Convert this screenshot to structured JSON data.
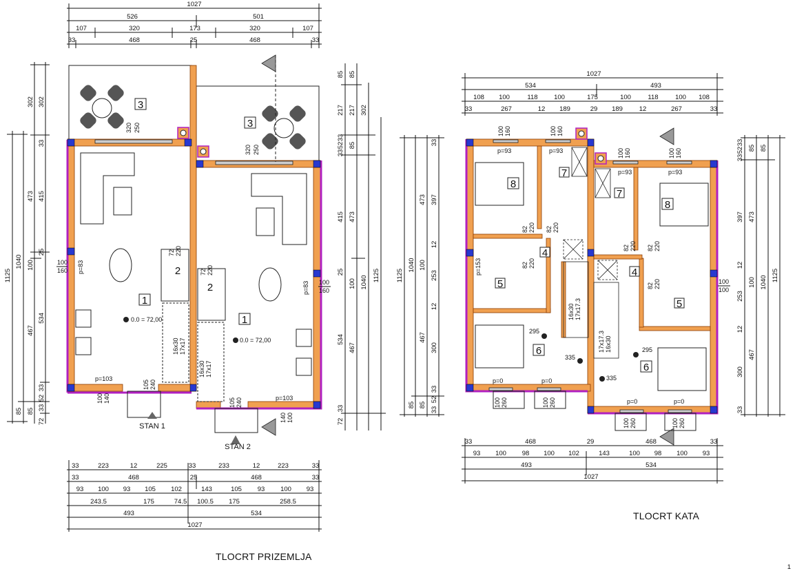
{
  "ground_floor": {
    "title": "TLOCRT PRIZEMLJA",
    "top_dims": {
      "row1": [
        "1027"
      ],
      "row2": [
        "526",
        "501"
      ],
      "row3": [
        "107",
        "320",
        "173",
        "320",
        "107"
      ],
      "row4": [
        "33",
        "468",
        "25",
        "468",
        "33"
      ]
    },
    "bottom_dims": {
      "row1": [
        "33",
        "223",
        "12",
        "225",
        "33",
        "233",
        "12",
        "223",
        "33"
      ],
      "row2": [
        "33",
        "468",
        "25",
        "468",
        "33"
      ],
      "row3": [
        "93",
        "100",
        "93",
        "105",
        "102",
        "143",
        "105",
        "93",
        "100",
        "93"
      ],
      "row4": [
        "243.5",
        "175",
        "74.5",
        "100.5",
        "175",
        "258.5"
      ],
      "row5": [
        "493",
        "534"
      ],
      "row6": [
        "1027"
      ]
    },
    "left_dims": {
      "col1": [
        "1125"
      ],
      "col2": [
        "1040",
        "85"
      ],
      "col3": [
        "302",
        "473",
        "100",
        "467",
        "85"
      ],
      "col4": [
        "302",
        "33",
        "415",
        "25",
        "534",
        "33",
        "52",
        "33",
        "72"
      ]
    },
    "right_dims": {
      "col1": [
        "85",
        "217",
        "33",
        "52",
        "33",
        "415",
        "25",
        "534",
        "33",
        "72"
      ],
      "col2": [
        "85",
        "217",
        "85",
        "473",
        "100",
        "467"
      ],
      "col3": [
        "302",
        "1040"
      ],
      "col4": [
        "1125"
      ]
    },
    "rooms": [
      {
        "id": "3",
        "label": "3"
      },
      {
        "id": "3b",
        "label": "3"
      },
      {
        "id": "1",
        "label": "1"
      },
      {
        "id": "1b",
        "label": "1"
      },
      {
        "id": "2",
        "label": "2"
      },
      {
        "id": "2b",
        "label": "2"
      }
    ],
    "annotations": {
      "terrace_window_a": [
        "320",
        "250"
      ],
      "terrace_window_b": [
        "320",
        "250"
      ],
      "window_left": [
        "100",
        "160"
      ],
      "window_left_sill": "p=83",
      "window_right": [
        "100",
        "160"
      ],
      "window_right_sill": "p=83",
      "elevation_a": "0.0 = 72,00",
      "elevation_b": "0.0 = 72,00",
      "wc_door_a": [
        "72",
        "220"
      ],
      "wc_door_b": [
        "72",
        "220"
      ],
      "stair_a": [
        "16x30",
        "17x17"
      ],
      "stair_b": [
        "16x30",
        "17x17"
      ],
      "entry_door_a": [
        "105",
        "240"
      ],
      "entry_door_b": [
        "105",
        "240"
      ],
      "front_window_a": [
        "100",
        "140"
      ],
      "front_window_b": [
        "140",
        "100"
      ],
      "sill_a": "p=103",
      "sill_b": "p=103"
    },
    "entrances": [
      "STAN 1",
      "STAN 2"
    ]
  },
  "upper_floor": {
    "title": "TLOCRT KATA",
    "top_dims": {
      "row1": [
        "1027"
      ],
      "row2": [
        "534",
        "493"
      ],
      "row3": [
        "108",
        "100",
        "118",
        "100",
        "175",
        "100",
        "118",
        "100",
        "108"
      ],
      "row4": [
        "33",
        "267",
        "12",
        "189",
        "29",
        "189",
        "12",
        "267",
        "33"
      ]
    },
    "bottom_dims": {
      "row1": [
        "33",
        "468",
        "29",
        "468",
        "33"
      ],
      "row2": [
        "93",
        "100",
        "98",
        "100",
        "102",
        "143",
        "100",
        "98",
        "100",
        "93"
      ],
      "row3": [
        "493",
        "534"
      ],
      "row4": [
        "1027"
      ]
    },
    "left_dims": {
      "col1": [
        "1125"
      ],
      "col2": [
        "1040",
        "85"
      ],
      "col3": [
        "473",
        "100",
        "467",
        "85"
      ],
      "col4": [
        "33",
        "397",
        "12",
        "253",
        "12",
        "300",
        "33",
        "52",
        "33"
      ]
    },
    "right_dims": {
      "col1": [
        "33",
        "52",
        "33",
        "397",
        "12",
        "253",
        "12",
        "300",
        "33"
      ],
      "col2": [
        "85",
        "473",
        "100",
        "467"
      ],
      "col3": [
        "85",
        "1040"
      ],
      "col4": [
        "1125"
      ]
    },
    "rooms": [
      {
        "id": "8",
        "label": "8"
      },
      {
        "id": "8b",
        "label": "8"
      },
      {
        "id": "7",
        "label": "7"
      },
      {
        "id": "7b",
        "label": "7"
      },
      {
        "id": "4",
        "label": "4"
      },
      {
        "id": "4b",
        "label": "4"
      },
      {
        "id": "5",
        "label": "5"
      },
      {
        "id": "5b",
        "label": "5"
      },
      {
        "id": "6",
        "label": "6"
      },
      {
        "id": "6b",
        "label": "6"
      }
    ],
    "annotations": {
      "win_a": [
        "100",
        "160"
      ],
      "win_b": [
        "100",
        "160"
      ],
      "win_c": [
        "100",
        "160"
      ],
      "win_d": [
        "100",
        "160"
      ],
      "sill_93": "p=93",
      "door_82": "82",
      "door_220": "220",
      "bath_sill": "p=153",
      "bath_win_right": [
        "100",
        "100"
      ],
      "stair": [
        "16x30",
        "17x17.3"
      ],
      "level_295": "295",
      "level_335": "335",
      "sill_0": "p=0",
      "balcony_door": [
        "100",
        "260"
      ]
    }
  },
  "page_marker": "1"
}
